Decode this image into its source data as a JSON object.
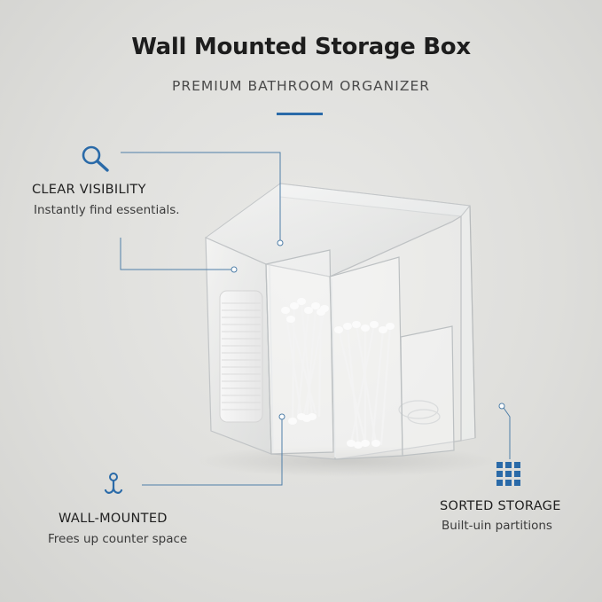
{
  "header": {
    "title": "Wall Mounted Storage Box",
    "subtitle": "PREMIUM BATHROOM ORGANIZER"
  },
  "features": [
    {
      "title": "CLEAR VISIBILITY",
      "description": "Instantly find essentials.",
      "icon": "magnifier-icon"
    },
    {
      "title": "WALL-MOUNTED",
      "description": "Frees up counter space",
      "icon": "hook-icon"
    },
    {
      "title": "SORTED STORAGE",
      "description": "Built-uin partitions",
      "icon": "grid-icon"
    }
  ],
  "colors": {
    "accent": "#2a6aa8",
    "callout_line": "#4e7ea8",
    "background": "#e2e2df"
  }
}
